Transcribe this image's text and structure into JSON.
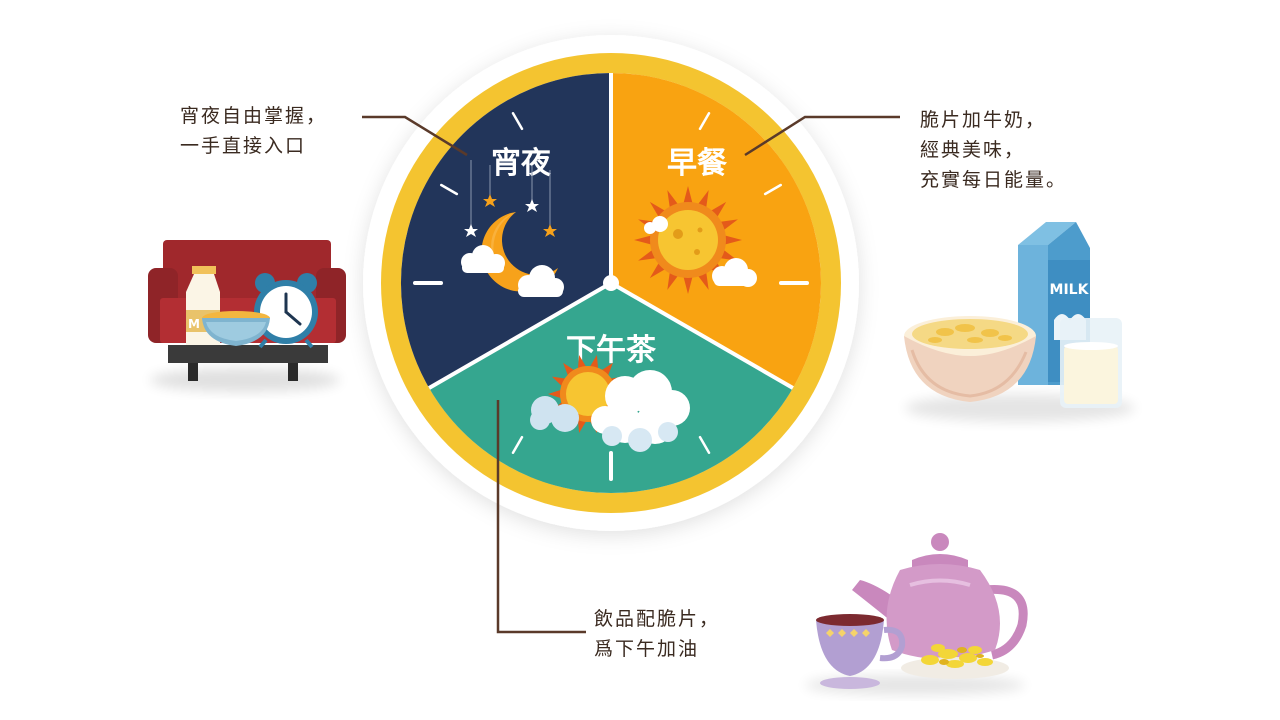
{
  "segments": {
    "night": {
      "label": "宵夜",
      "color": "#22355a"
    },
    "breakfast": {
      "label": "早餐",
      "color": "#f9a311"
    },
    "tea": {
      "label": "下午茶",
      "color": "#35a68f"
    }
  },
  "captions": {
    "night": [
      "宵夜自由掌握，",
      "一手直接入口"
    ],
    "breakfast": [
      "脆片加牛奶，",
      "經典美味，",
      "充實每日能量。"
    ],
    "tea": [
      "飲品配脆片，",
      "爲下午加油"
    ]
  },
  "illustrations": {
    "milk_carton_text": "MILK",
    "bottle_text": "M"
  },
  "colors": {
    "rim": "#f4c430",
    "leader_line": "#5a3a2a",
    "caption_text": "#3a2a20"
  },
  "icons": [
    "moon-icon",
    "star-icon",
    "sun-icon",
    "cloud-icon",
    "alarm-clock-icon",
    "sofa-icon",
    "cereal-bowl-icon",
    "milk-carton-icon",
    "milk-glass-icon",
    "teapot-icon",
    "teacup-icon"
  ]
}
